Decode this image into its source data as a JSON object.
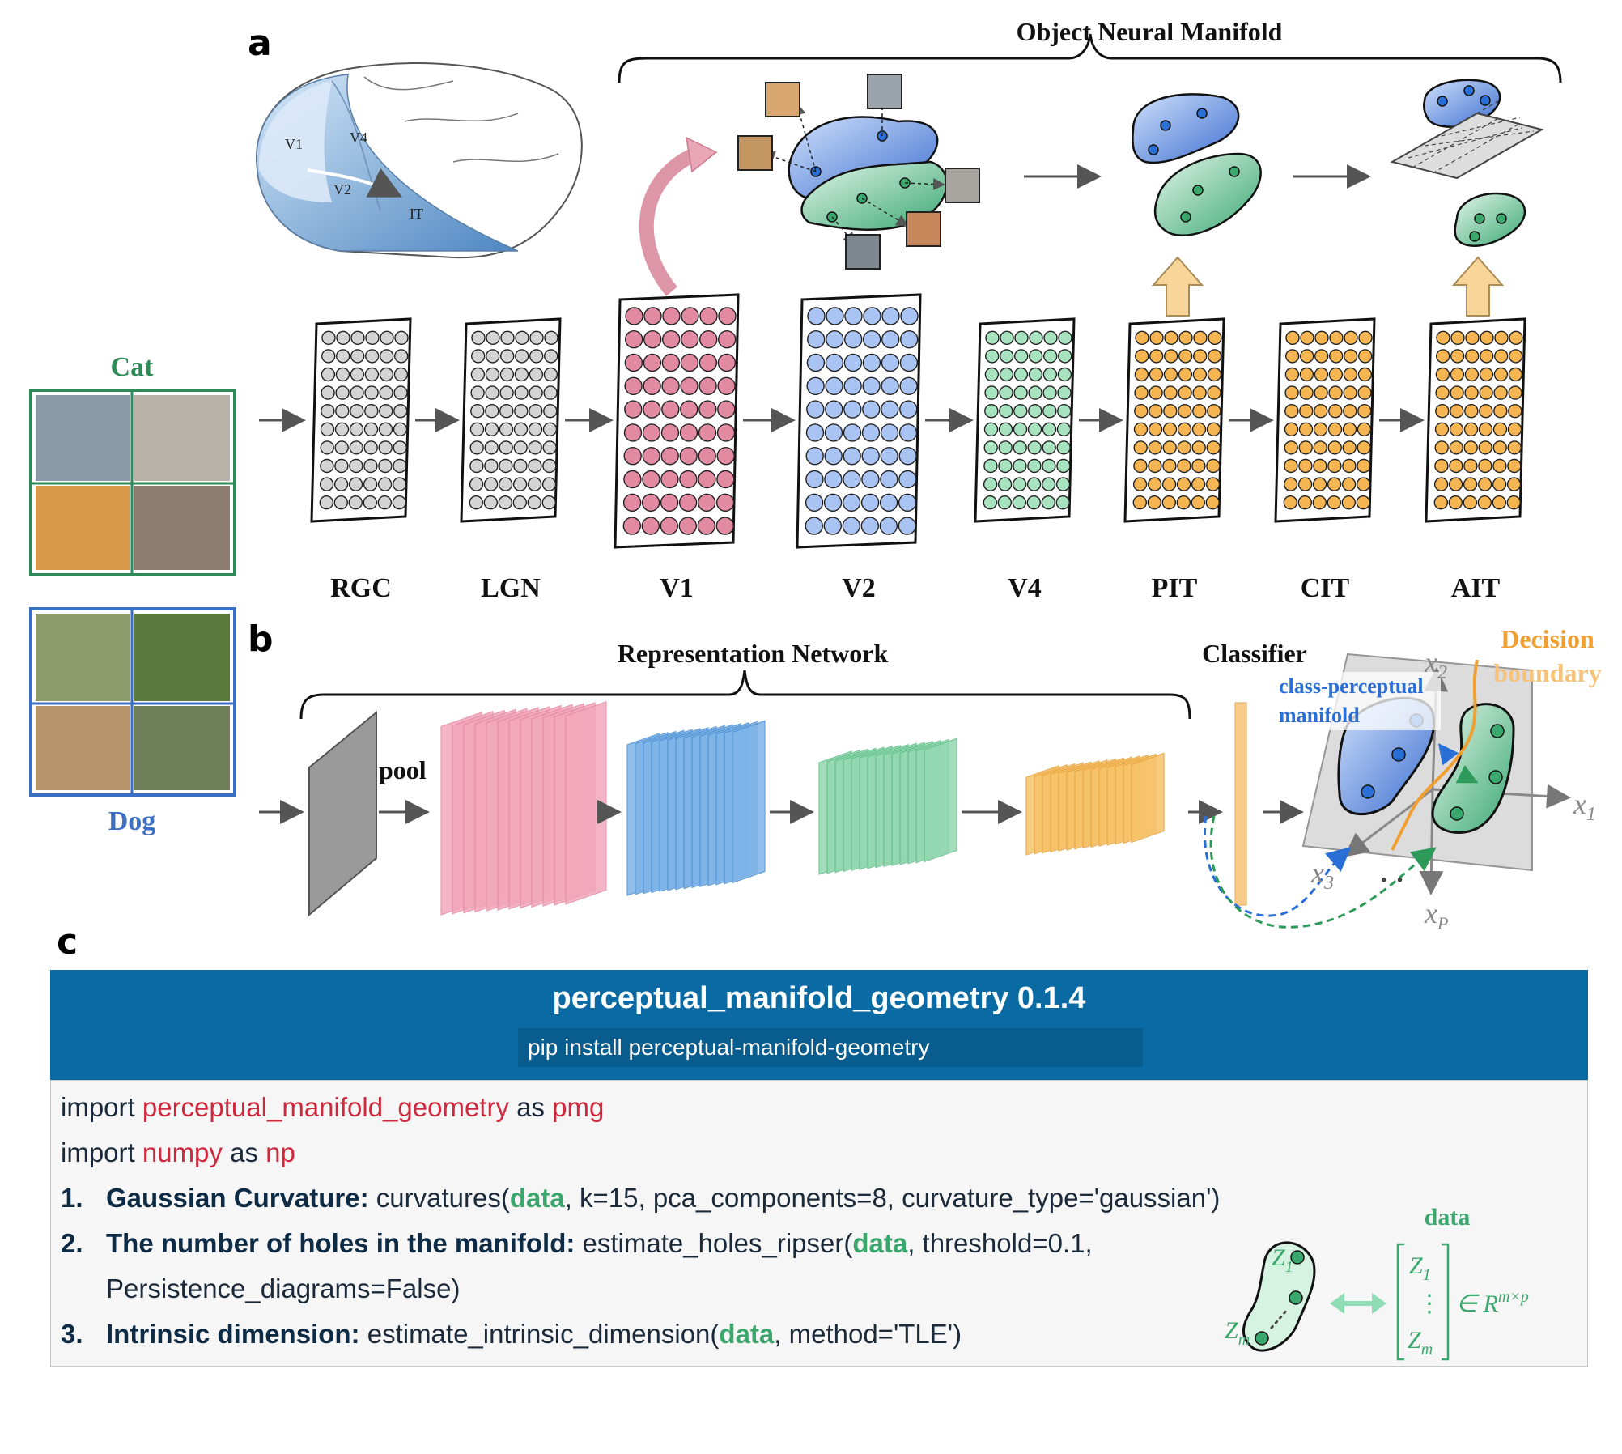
{
  "panels": {
    "a": "a",
    "b": "b",
    "c": "c"
  },
  "panel_a": {
    "brace_title": "Object Neural Manifold",
    "brain_labels": {
      "v1": "V1",
      "v2": "V2",
      "v4": "V4",
      "it": "IT"
    },
    "stages": [
      "RGC",
      "LGN",
      "V1",
      "V2",
      "V4",
      "PIT",
      "CIT",
      "AIT"
    ],
    "cat_label": "Cat",
    "dog_label": "Dog"
  },
  "panel_b": {
    "brace_title": "Representation Network",
    "pool_label": "pool",
    "classifier_label": "Classifier",
    "decision_line1": "Decision",
    "decision_line2": "boundary",
    "manifold_line1": "class-perceptual",
    "manifold_line2": "manifold",
    "axis_x1": "x",
    "axis_x1_sub": "1",
    "axis_x2": "x",
    "axis_x2_sub": "2",
    "axis_x3": "x",
    "axis_x3_sub": "3",
    "axis_xp": "x",
    "axis_xp_sub": "P",
    "dots": "· ·"
  },
  "panel_c": {
    "title": "perceptual_manifold_geometry 0.1.4",
    "install": "pip install perceptual-manifold-geometry",
    "line1": {
      "kw": "import ",
      "mod": "perceptual_manifold_geometry",
      "as": " as ",
      "alias": "pmg"
    },
    "line2": {
      "kw": "import ",
      "mod": "numpy",
      "as": " as ",
      "alias": "np"
    },
    "items": [
      {
        "num": "1.",
        "label": "Gaussian Curvature:",
        "pre": " curvatures(",
        "data": "data",
        "post": ", k=15, pca_components=8, curvature_type='gaussian')"
      },
      {
        "num": "2.",
        "label": "The number of holes in the manifold:",
        "pre": " estimate_holes_ripser(",
        "data": "data",
        "post": ", threshold=0.1,",
        "cont": "Persistence_diagrams=False)"
      },
      {
        "num": "3.",
        "label": "Intrinsic dimension:",
        "pre": " estimate_intrinsic_dimension(",
        "data": "data",
        "post": ", method='TLE')"
      }
    ],
    "data_label": "data",
    "z1": "Z",
    "z1_sub": "1",
    "zm": "Z",
    "zm_sub": "m",
    "vdots": "⋮",
    "in_space": "∈ R",
    "in_space_sup": "m×p"
  },
  "colors": {
    "cat_green": "#2e8b57",
    "dog_blue": "#3b6fc4",
    "orange": "#f0a033",
    "pink": "#e07a9a",
    "header_blue": "#0a6aa4",
    "code_red": "#d0283c",
    "data_green": "#3aa86c"
  }
}
